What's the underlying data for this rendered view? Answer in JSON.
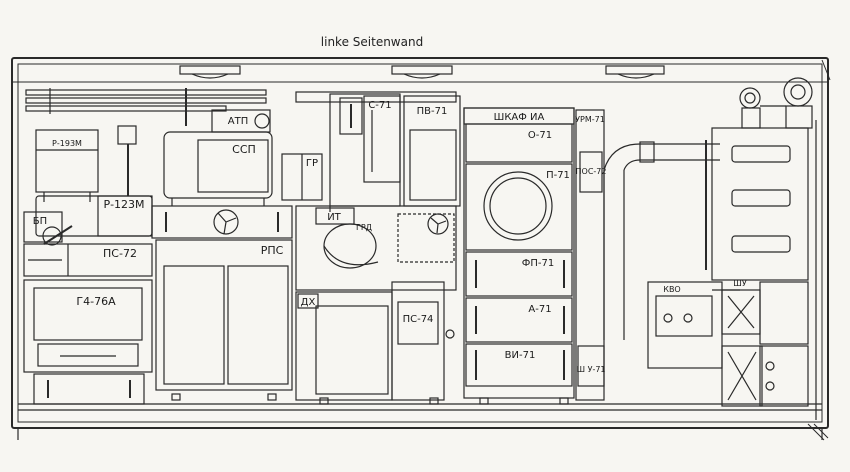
{
  "title": "linke Seitenwand",
  "labels": {
    "r123m": "Р-123М",
    "ssp": "ССП",
    "atp": "АТП",
    "p193m": "Р-193М",
    "bp": "БП",
    "ps72": "ПС-72",
    "g476a": "Г4-76А",
    "rps": "РПС",
    "gr": "ГР",
    "s71": "С-71",
    "pv71": "ПВ-71",
    "shkaf": "ШКАФ ИА",
    "o71": "О-71",
    "p71": "П-71",
    "fp71": "ФП-71",
    "a71": "А-71",
    "vi71": "ВИ-71",
    "urm71": "УРМ-71",
    "pos72": "ПОС-72",
    "it": "ИТ",
    "grd": "ГРД",
    "dh": "ДХ",
    "ps74": "ПС-74",
    "shu": "ШУ",
    "shu71": "Ш У-71",
    "kvo": "КВО"
  }
}
